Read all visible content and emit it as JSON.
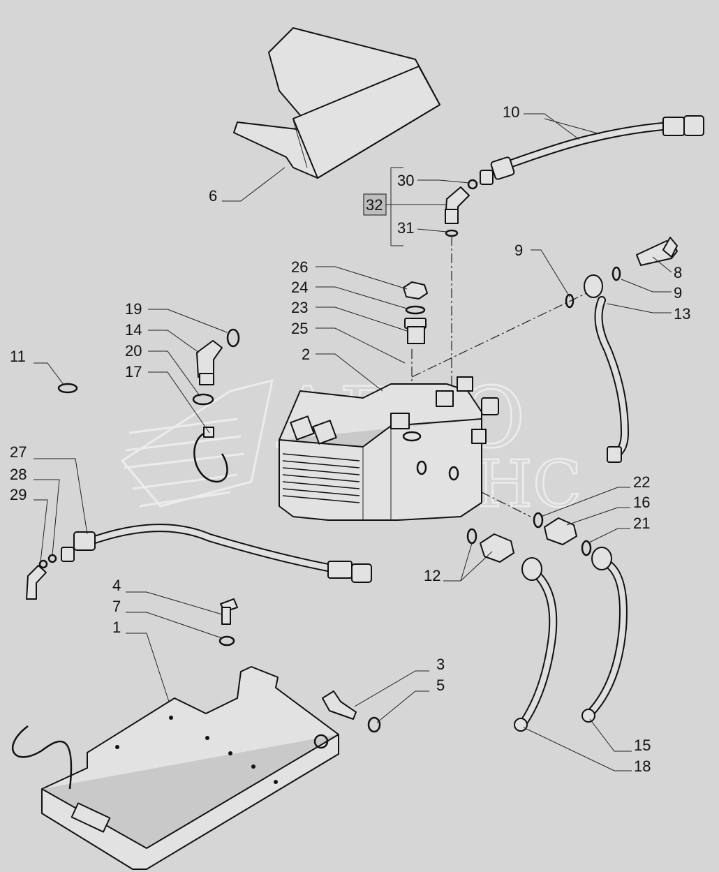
{
  "watermark": {
    "line1": "АВТО",
    "line2": "АЛЬЯНС"
  },
  "labels": {
    "l1": "1",
    "l2": "2",
    "l3": "3",
    "l4": "4",
    "l5": "5",
    "l6": "6",
    "l7": "7",
    "l8": "8",
    "l9a": "9",
    "l9b": "9",
    "l10": "10",
    "l11": "11",
    "l12": "12",
    "l13": "13",
    "l14": "14",
    "l15": "15",
    "l16": "16",
    "l17": "17",
    "l18": "18",
    "l19": "19",
    "l20": "20",
    "l21": "21",
    "l22": "22",
    "l23": "23",
    "l24": "24",
    "l25": "25",
    "l26": "26",
    "l27": "27",
    "l28": "28",
    "l29": "29",
    "l30": "30",
    "l31": "31",
    "l32": "32"
  }
}
